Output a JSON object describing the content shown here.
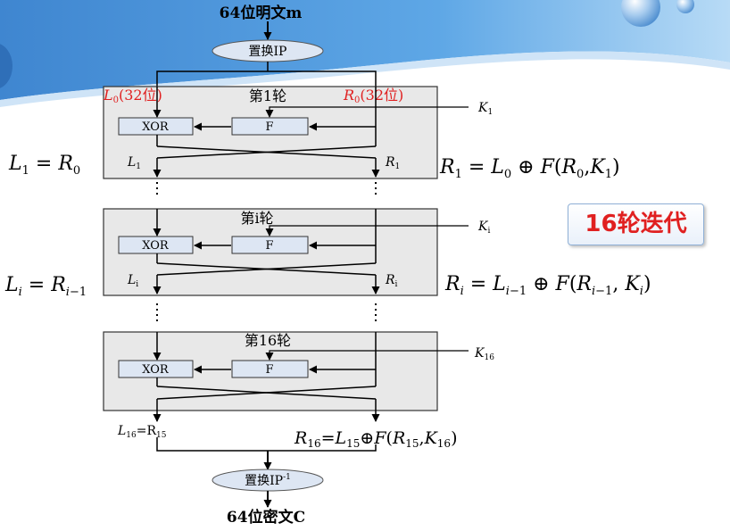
{
  "input_label": "64位明文m",
  "permute_ip": "置换IP",
  "round_1": {
    "title": "第1轮",
    "left_in": "L0(32位)",
    "right_in": "R0(32位)",
    "xor": "XOR",
    "f": "F",
    "key": "K1",
    "left_out": "L1",
    "right_out": "R1",
    "eq_left": "L1 = R0",
    "eq_right": "R1 = L0 ⊕ F(R0,K1)"
  },
  "round_i": {
    "title": "第i轮",
    "xor": "XOR",
    "f": "F",
    "key": "Ki",
    "left_out": "Li",
    "right_out": "Ri",
    "eq_left": "Li = Ri−1",
    "eq_right": "Ri = Li−1 ⊕ F(Ri−1,Ki)"
  },
  "round_16": {
    "title": "第16轮",
    "xor": "XOR",
    "f": "F",
    "key": "K16",
    "left_out": "L16=R15",
    "eq_right": "R16=L15⊕F(R15,K16)"
  },
  "permute_ip_inv": "置换IP-1",
  "output_label": "64位密文C",
  "badge": "16轮迭代",
  "colors": {
    "accent_red": "#e02020",
    "box_fill": "#e8e8e8",
    "sub_fill": "#dde6f3",
    "wave": "#5b9bd5"
  }
}
